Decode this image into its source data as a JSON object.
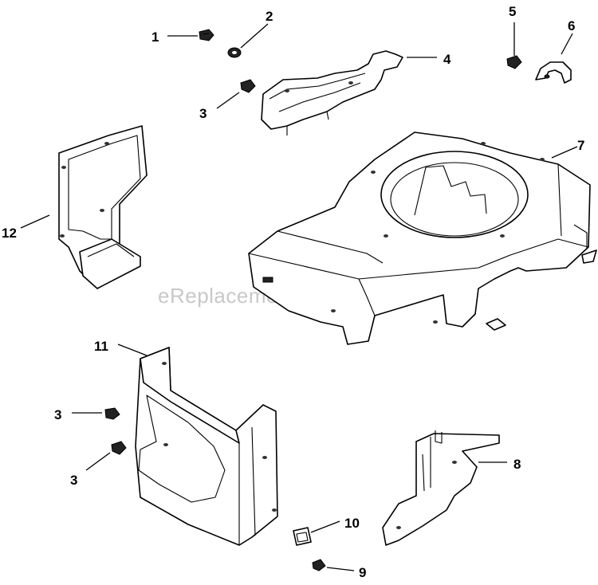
{
  "watermark": "eReplacementParts.com",
  "callouts": {
    "c1": "1",
    "c2": "2",
    "c3a": "3",
    "c3b": "3",
    "c3c": "3",
    "c4": "4",
    "c5": "5",
    "c6": "6",
    "c7": "7",
    "c8": "8",
    "c9": "9",
    "c10": "10",
    "c11": "11",
    "c12": "12"
  }
}
